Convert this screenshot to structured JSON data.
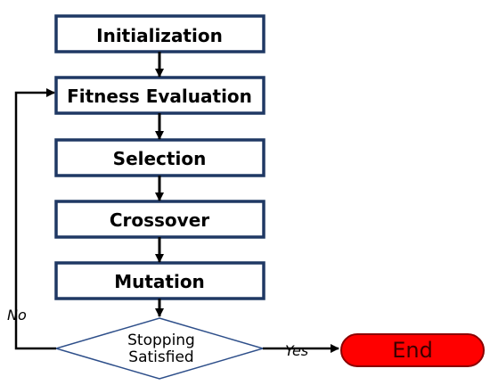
{
  "steps": [
    {
      "id": "initialization",
      "label": "Initialization"
    },
    {
      "id": "fitness-evaluation",
      "label": "Fitness Evaluation"
    },
    {
      "id": "selection",
      "label": "Selection"
    },
    {
      "id": "crossover",
      "label": "Crossover"
    },
    {
      "id": "mutation",
      "label": "Mutation"
    }
  ],
  "decision": {
    "line1": "Stopping",
    "line2": "Satisfied"
  },
  "terminal": {
    "label": "End"
  },
  "branches": {
    "no": "No",
    "yes": "Yes"
  },
  "colors": {
    "box_border": "#1f3864",
    "decision_border": "#2e4f8a",
    "line": "#000000",
    "terminal_fill": "#ff0000",
    "terminal_border": "#8b0000"
  }
}
